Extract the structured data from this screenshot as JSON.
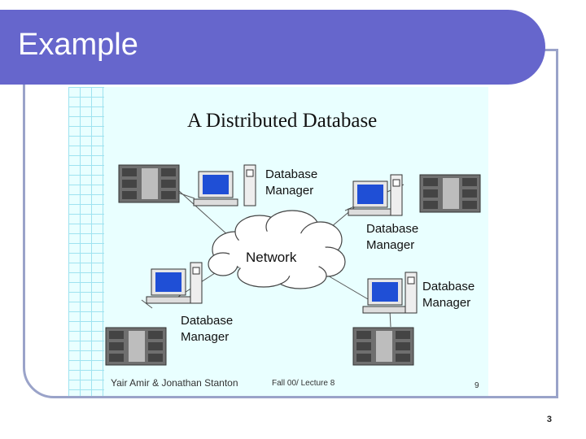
{
  "slide_title": "Example",
  "diagram": {
    "title": "A Distributed Database",
    "network_label": "Network",
    "node_labels": [
      "Database\nManager",
      "Database\nManager",
      "Database\nManager",
      "Database\nManager"
    ],
    "footer_author": "Yair Amir & Jonathan Stanton",
    "footer_course": "Fall 00/ Lecture 8",
    "footer_slide": "9"
  },
  "page_number": "3",
  "colors": {
    "title_bar": "#6666cc",
    "frame": "#9aa3c9",
    "slide_bg": "#e9ffff",
    "monitor_screen": "#1f4fd6"
  }
}
